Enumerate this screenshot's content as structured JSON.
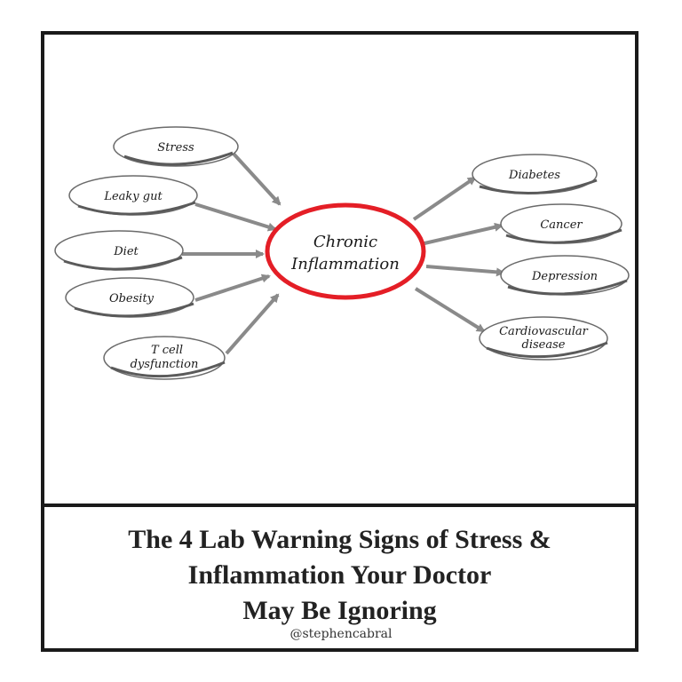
{
  "diagram": {
    "center": {
      "line1": "Chronic",
      "line2": "Inflammation",
      "ring_color": "#e41e26"
    },
    "causes": [
      {
        "label": "Stress"
      },
      {
        "label": "Leaky gut"
      },
      {
        "label": "Diet"
      },
      {
        "label": "Obesity"
      },
      {
        "line1": "T cell",
        "line2": "dysfunction"
      }
    ],
    "effects": [
      {
        "label": "Diabetes"
      },
      {
        "label": "Cancer"
      },
      {
        "label": "Depression"
      },
      {
        "line1": "Cardiovascular",
        "line2": "disease"
      }
    ],
    "arrow_color": "#8a8a8a"
  },
  "caption": {
    "line1": "The 4 Lab Warning Signs of Stress &",
    "line2": "Inflammation Your Doctor",
    "line3": "May Be Ignoring"
  },
  "handle": "@stephencabral"
}
